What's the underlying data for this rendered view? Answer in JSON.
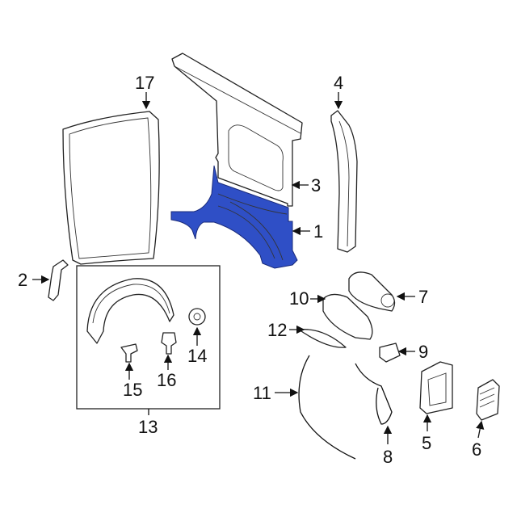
{
  "diagram": {
    "accent_color": "#2f4fc6",
    "callouts": {
      "c1": "1",
      "c2": "2",
      "c3": "3",
      "c4": "4",
      "c5": "5",
      "c6": "6",
      "c7": "7",
      "c8": "8",
      "c9": "9",
      "c10": "10",
      "c11": "11",
      "c12": "12",
      "c13": "13",
      "c14": "14",
      "c15": "15",
      "c16": "16",
      "c17": "17"
    }
  }
}
